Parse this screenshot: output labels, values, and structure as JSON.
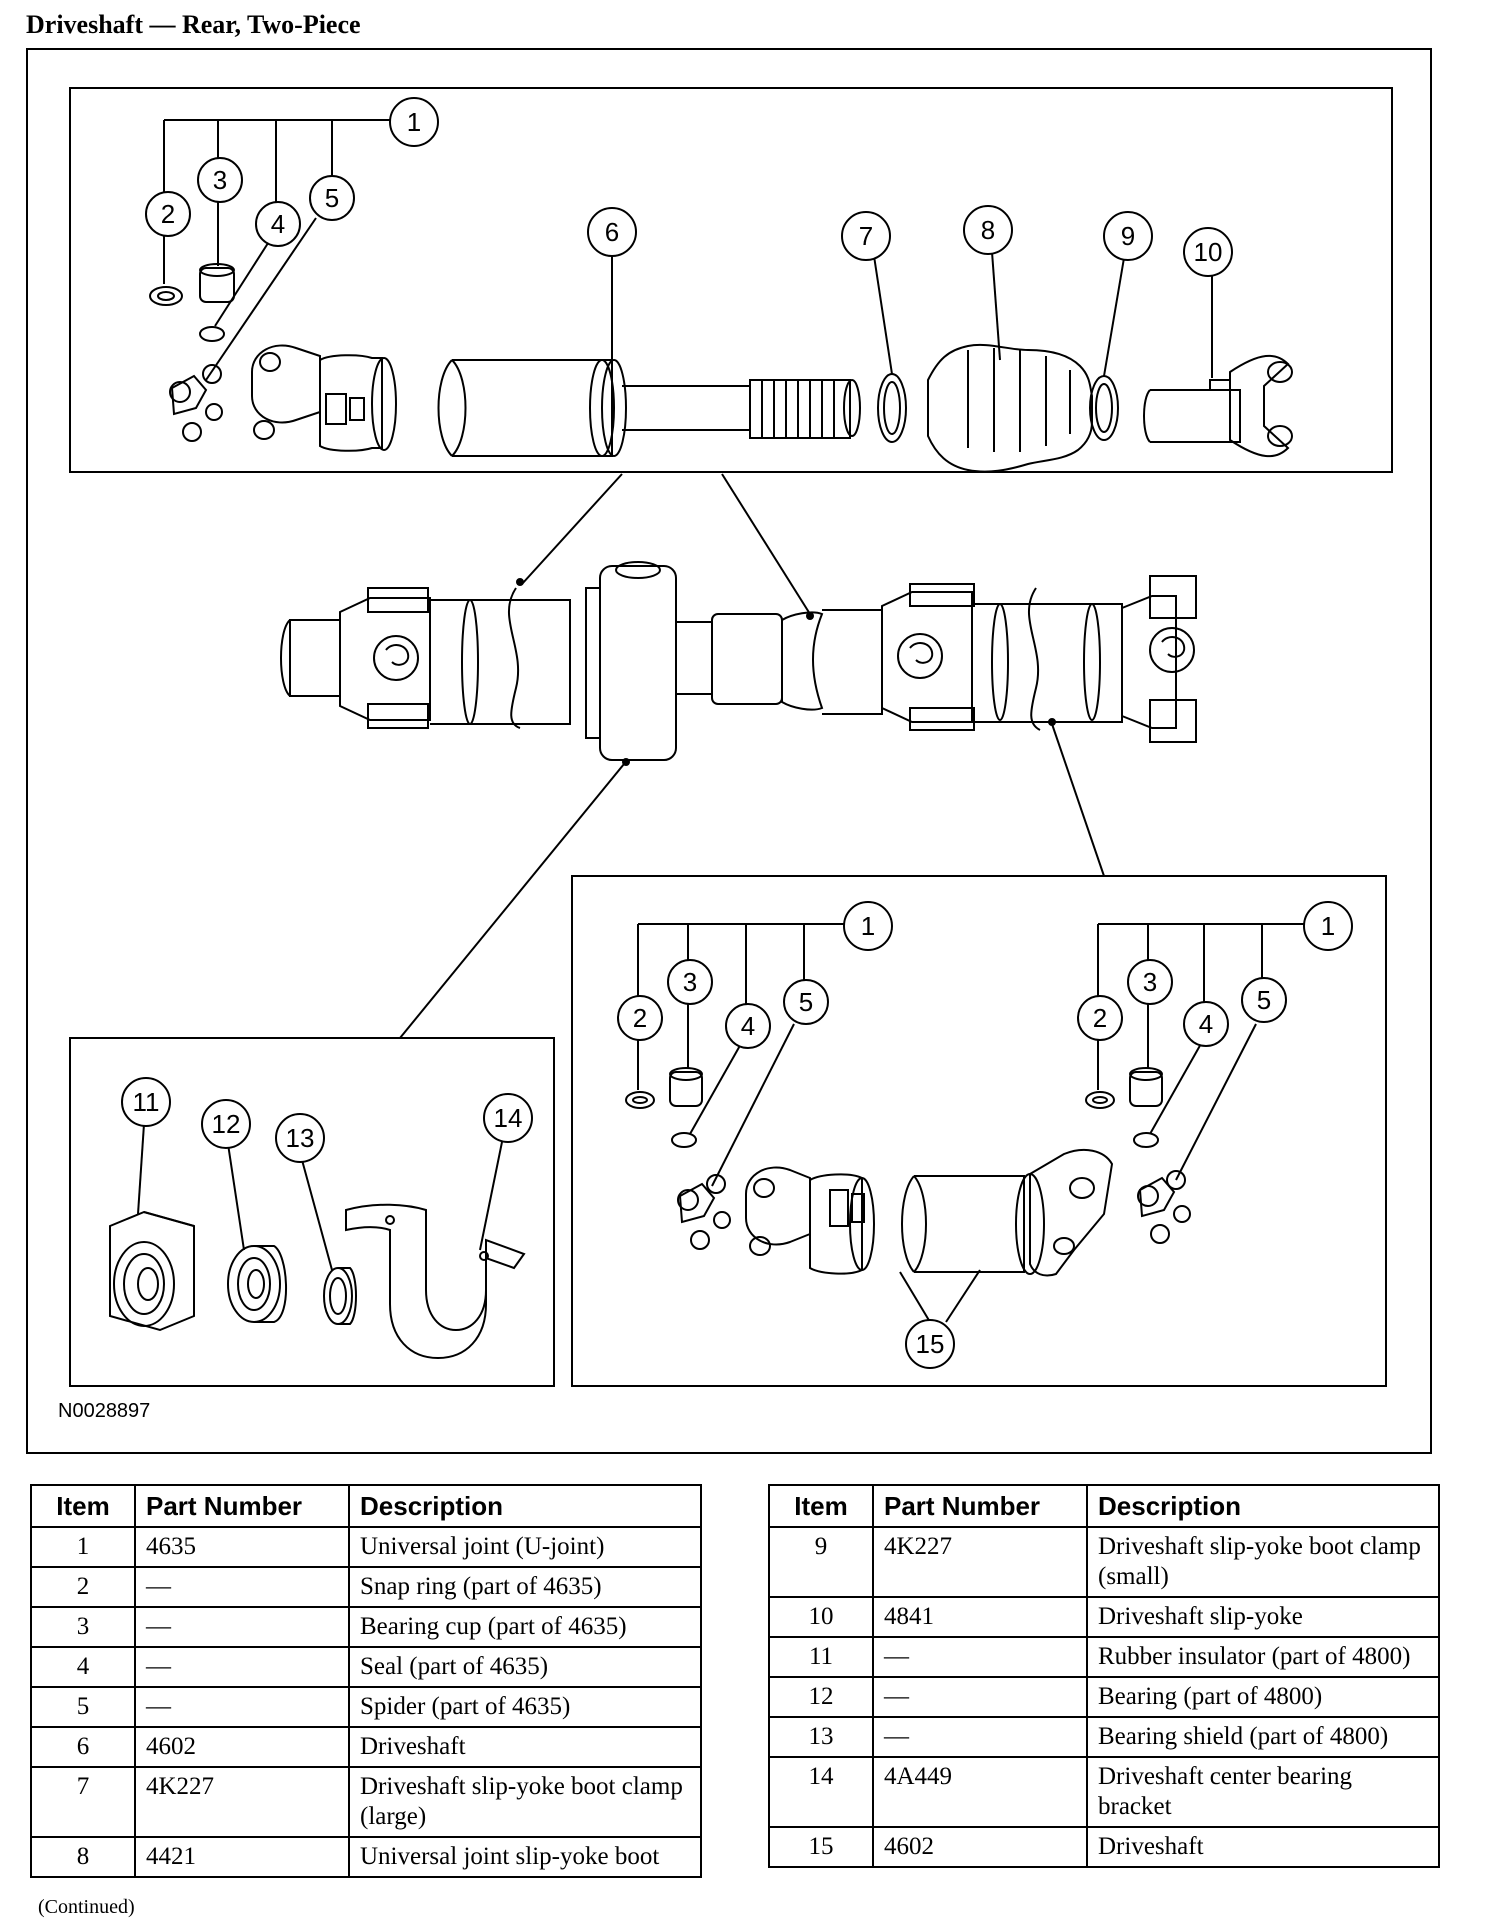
{
  "title": "Driveshaft — Rear, Two-Piece",
  "figure_id": "N0028897",
  "callouts": {
    "top": [
      "1",
      "2",
      "3",
      "4",
      "5",
      "6",
      "7",
      "8",
      "9",
      "10"
    ],
    "bottom_left": [
      "11",
      "12",
      "13",
      "14"
    ],
    "bottom_right": [
      "1",
      "2",
      "3",
      "4",
      "5",
      "1",
      "2",
      "3",
      "4",
      "5",
      "15"
    ]
  },
  "table": {
    "headers": {
      "item": "Item",
      "part_number": "Part Number",
      "description": "Description"
    },
    "left_rows": [
      {
        "item": "1",
        "part": "4635",
        "desc": "Universal joint (U-joint)"
      },
      {
        "item": "2",
        "part": "—",
        "desc": "Snap ring (part of 4635)"
      },
      {
        "item": "3",
        "part": "—",
        "desc": "Bearing cup (part of 4635)"
      },
      {
        "item": "4",
        "part": "—",
        "desc": "Seal (part of 4635)"
      },
      {
        "item": "5",
        "part": "—",
        "desc": "Spider (part of 4635)"
      },
      {
        "item": "6",
        "part": "4602",
        "desc": "Driveshaft"
      },
      {
        "item": "7",
        "part": "4K227",
        "desc": "Driveshaft slip-yoke boot clamp (large)"
      },
      {
        "item": "8",
        "part": "4421",
        "desc": "Universal joint slip-yoke boot"
      }
    ],
    "right_rows": [
      {
        "item": "9",
        "part": "4K227",
        "desc": "Driveshaft slip-yoke boot clamp (small)"
      },
      {
        "item": "10",
        "part": "4841",
        "desc": "Driveshaft slip-yoke"
      },
      {
        "item": "11",
        "part": "—",
        "desc": "Rubber insulator (part of 4800)"
      },
      {
        "item": "12",
        "part": "—",
        "desc": "Bearing (part of 4800)"
      },
      {
        "item": "13",
        "part": "—",
        "desc": "Bearing shield (part of 4800)"
      },
      {
        "item": "14",
        "part": "4A449",
        "desc": "Driveshaft center bearing bracket"
      },
      {
        "item": "15",
        "part": "4602",
        "desc": "Driveshaft"
      }
    ]
  },
  "continued": "(Continued)"
}
